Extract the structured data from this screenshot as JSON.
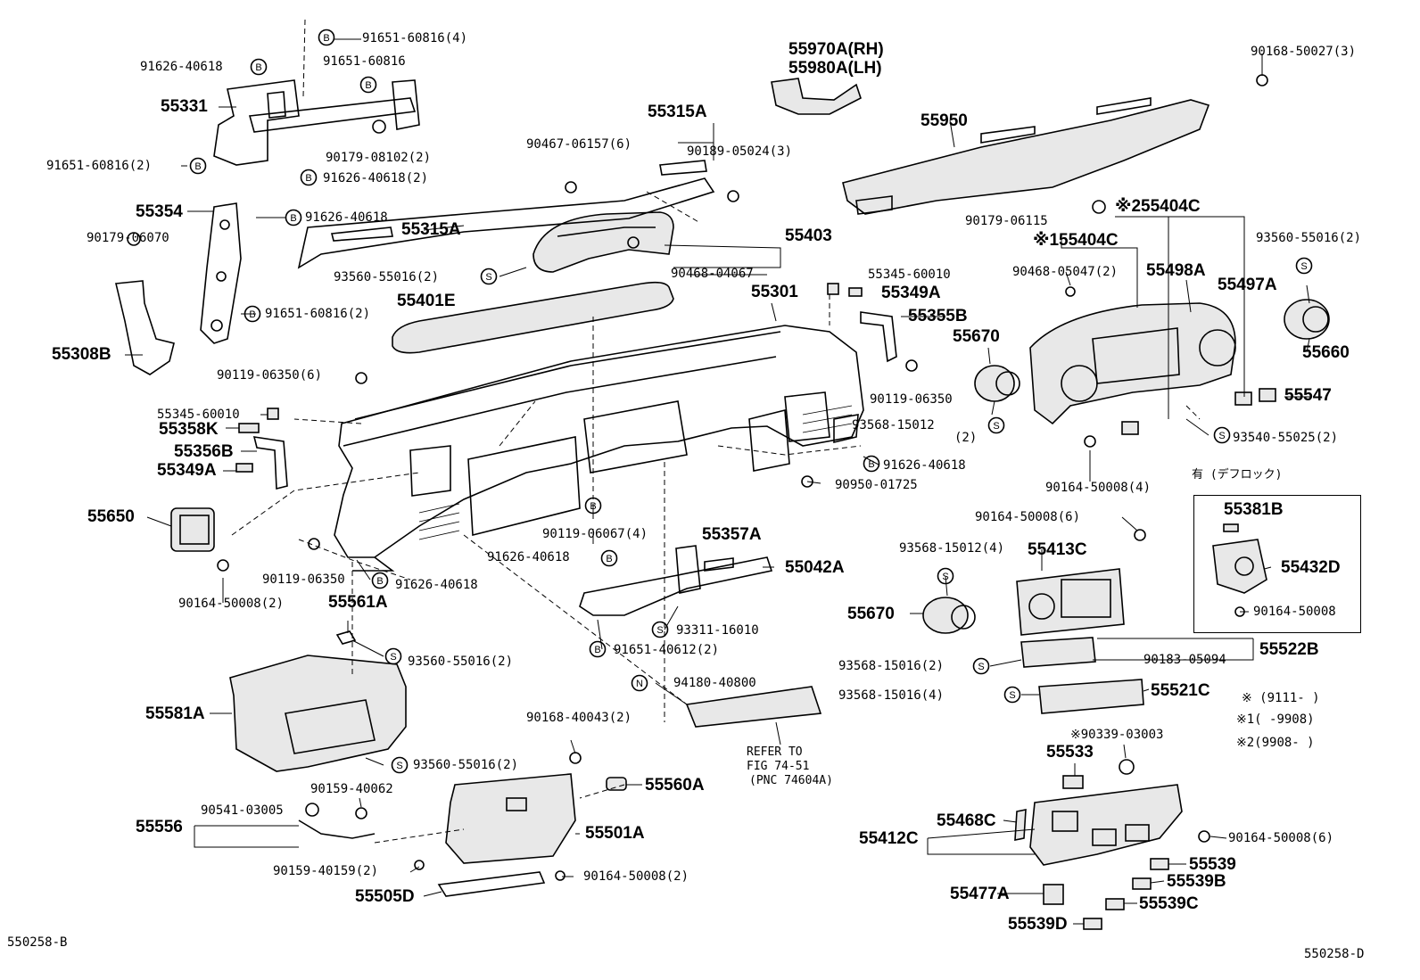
{
  "labels": {
    "p_91651_60816_4": "91651-60816(4)",
    "p_91626_40618_a": "91626-40618",
    "p_91651_60816_a": "91651-60816",
    "p_55331": "55331",
    "p_91651_60816_2a": "91651-60816(2)",
    "p_90179_08102_2": "90179-08102(2)",
    "p_91626_40618_2": "91626-40618(2)",
    "p_55354": "55354",
    "p_91626_40618_b": "91626-40618",
    "p_90179_06070": "90179-06070",
    "p_55315A_a": "55315A",
    "p_55308B": "55308B",
    "p_91651_60816_2b": "91651-60816(2)",
    "p_55970A": "55970A(RH)",
    "p_55980A": "55980A(LH)",
    "p_55315A_b": "55315A",
    "p_90467_06157_6": "90467-06157(6)",
    "p_90189_05024_3": "90189-05024(3)",
    "p_93560_55016_2a": "93560-55016(2)",
    "p_90468_04067": "90468-04067",
    "p_55403": "55403",
    "p_55401E": "55401E",
    "p_55301": "55301",
    "p_55345_60010_a": "55345-60010",
    "p_55349A_a": "55349A",
    "p_55355B": "55355B",
    "p_90168_50027_3": "90168-50027(3)",
    "p_55950": "55950",
    "p_90179_06115": "90179-06115",
    "p_255404C": "※255404C",
    "p_155404C": "※155404C",
    "p_93560_55016_2r": "93560-55016(2)",
    "p_90468_05047_2": "90468-05047(2)",
    "p_55498A": "55498A",
    "p_55497A": "55497A",
    "p_55660": "55660",
    "p_55670_a": "55670",
    "p_90119_06350_a": "90119-06350",
    "p_93568_15012": "93568-15012",
    "p_qty2": "(2)",
    "p_55547": "55547",
    "p_93540_55025_2": "93540-55025(2)",
    "p_90119_06350_6": "90119-06350(6)",
    "p_55345_60010_b": "55345-60010",
    "p_55358K": "55358K",
    "p_55356B": "55356B",
    "p_55349A_b": "55349A",
    "p_55650": "55650",
    "p_90119_06350_b": "90119-06350",
    "p_91626_40618_c": "91626-40618",
    "p_90164_50008_2a": "90164-50008(2)",
    "p_91626_40618_d": "91626-40618",
    "p_90950_01725": "90950-01725",
    "p_90119_06067_4": "90119-06067(4)",
    "p_55357A": "55357A",
    "p_91626_40618_e": "91626-40618",
    "p_55042A": "55042A",
    "p_93311_16010": "93311-16010",
    "p_91651_40612_2": "91651-40612(2)",
    "p_90164_50008_4": "90164-50008(4)",
    "p_90164_50008_6a": "90164-50008(6)",
    "p_93568_15012_4": "93568-15012(4)",
    "p_55413C": "55413C",
    "p_55670_b": "55670",
    "p_93568_15016_2": "93568-15016(2)",
    "p_90183_05094": "90183-05094",
    "p_55522B": "55522B",
    "p_93568_15016_4": "93568-15016(4)",
    "p_55521C": "55521C",
    "p_55561A": "55561A",
    "p_93560_55016_2b": "93560-55016(2)",
    "p_55581A": "55581A",
    "p_93560_55016_2c": "93560-55016(2)",
    "p_94180_40800": "94180-40800",
    "p_90168_40043_2": "90168-40043(2)",
    "p_refer1": "REFER TO",
    "p_refer2": "FIG 74-51",
    "p_refer3": "(PNC 74604A)",
    "p_55560A": "55560A",
    "p_90159_40062": "90159-40062",
    "p_90541_03005": "90541-03005",
    "p_55556": "55556",
    "p_55501A": "55501A",
    "p_90159_40159_2": "90159-40159(2)",
    "p_90164_50008_2b": "90164-50008(2)",
    "p_55505D": "55505D",
    "p_90339_03003": "※90339-03003",
    "p_55533": "55533",
    "p_55468C": "55468C",
    "p_55412C": "55412C",
    "p_90164_50008_6b": "90164-50008(6)",
    "p_55539": "55539",
    "p_55539B": "55539B",
    "p_55477A": "55477A",
    "p_55539C": "55539C",
    "p_55539D": "55539D",
    "p_code_left": "550258-B",
    "p_code_right": "550258-D"
  },
  "legend": {
    "title": "有 (デフロック)",
    "part_a": "55381B",
    "part_b": "55432D",
    "part_c": "90164-50008"
  },
  "notes": {
    "n0": "※ (9111-    )",
    "n1": "※1(    -9908)",
    "n2": "※2(9908-    )"
  },
  "symbols": {
    "bolt": "B",
    "screw": "S",
    "nut": "N"
  }
}
